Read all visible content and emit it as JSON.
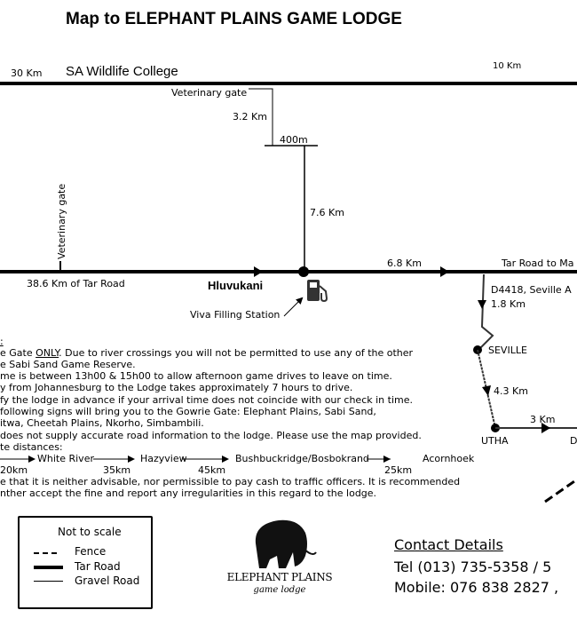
{
  "title": "Map to ELEPHANT PLAINS GAME LODGE",
  "map": {
    "top_road_left_distance": "30 Km",
    "top_road_label": "SA Wildlife College",
    "top_road_right_distance": "10 Km",
    "vet_gate_top": "Veterinary gate",
    "dist_3_2": "3.2 Km",
    "dist_400m": "400m",
    "dist_7_6": "7.6 Km",
    "vet_gate_vertical": "Veterinary gate",
    "tar_road_distance": "38.6 Km of Tar Road",
    "town": "Hluvukani",
    "filling_station": "Viva Filling Station",
    "dist_6_8": "6.8 Km",
    "tar_road_to": "Tar Road to Ma",
    "d4418": "D4418, Seville A",
    "dist_1_8": "1.8 Km",
    "seville": "SEVILLE",
    "dist_4_3": "4.3 Km",
    "utha": "UTHA",
    "dist_3": "3 Km",
    "d_label": "D"
  },
  "notes": {
    "heading": ":",
    "lines": [
      [
        "e Gate ",
        "ONLY",
        ". Due to river crossings you will not be permitted to use any of the other"
      ],
      "e Sabi Sand Game Reserve.",
      "me is between 13h00 & 15h00 to allow afternoon game drives to leave on time.",
      "y from Johannesburg to the Lodge takes approximately 7 hours to drive.",
      "fy the lodge in advance if your arrival time does not coincide with our check in time.",
      " following signs will bring you to the Gowrie Gate: Elephant Plains, Sabi Sand,",
      "itwa, Cheetah Plains, Nkorho, Simbambili.",
      "does not supply accurate road information to the lodge. Please use the map provided.",
      "te distances:"
    ],
    "route": [
      {
        "town": "White River",
        "km": "20km"
      },
      {
        "town": "Hazyview",
        "km": "35km"
      },
      {
        "town": "Bushbuckridge/Bosbokrand",
        "km": "45km"
      },
      {
        "town": "Acornhoek",
        "km": "25km"
      }
    ],
    "footer_lines": [
      "e that it is neither advisable, nor permissible to pay cash to traffic officers. It is recommended",
      "nther accept the fine and report any irregularities in this regard to the lodge."
    ]
  },
  "legend": {
    "title": "Not to scale",
    "items": [
      "Fence",
      "Tar Road",
      "Gravel Road"
    ]
  },
  "logo": {
    "name": "ELEPHANT PLAINS",
    "sub": "game lodge"
  },
  "contact": {
    "heading": "Contact Details",
    "tel": "Tel (013) 735-5358 / 5",
    "mobile": "Mobile: 076 838 2827 ,"
  }
}
